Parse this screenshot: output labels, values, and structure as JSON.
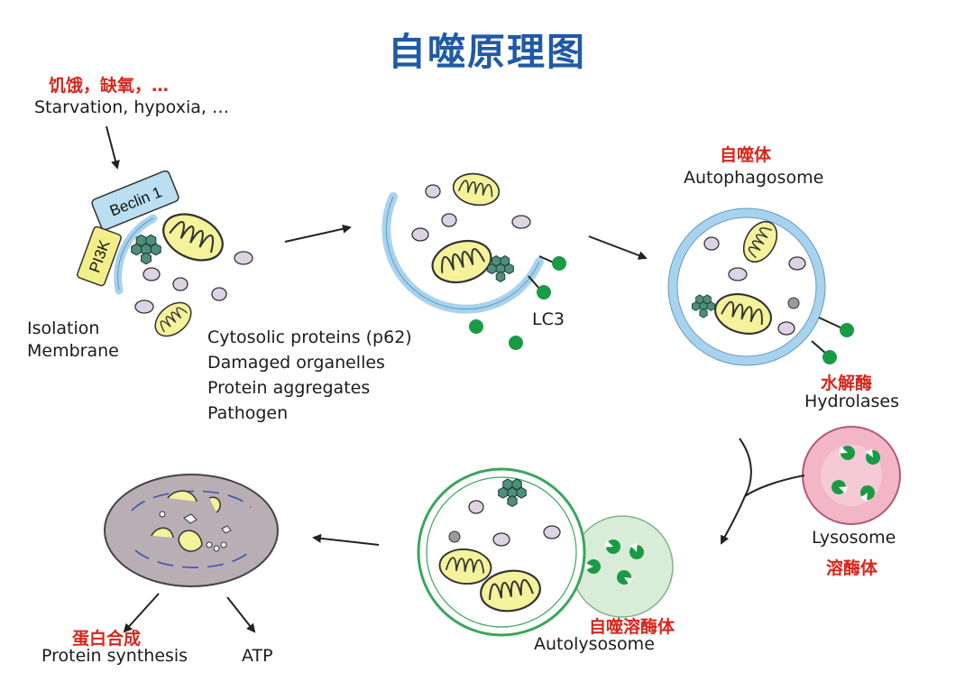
{
  "title": "自噬原理图",
  "stimulus": {
    "cn": "饥饿，缺氧，…",
    "en": "Starvation, hypoxia, …"
  },
  "proteins": {
    "beclin": "Beclin 1",
    "pi3k": "PI3K",
    "lc3": "LC3"
  },
  "isolation_membrane": {
    "line1": "Isolation",
    "line2": "Membrane"
  },
  "cargo_list": [
    "Cytosolic proteins (p62)",
    "Damaged organelles",
    "Protein aggregates",
    "Pathogen"
  ],
  "autophagosome": {
    "cn": "自噬体",
    "en": "Autophagosome"
  },
  "hydrolases": {
    "cn": "水解酶",
    "en": "Hydrolases"
  },
  "lysosome": {
    "cn": "溶酶体",
    "en": "Lysosome"
  },
  "autolysosome": {
    "cn": "自噬溶酶体",
    "en": "Autolysosome"
  },
  "outputs": {
    "protein_cn": "蛋白合成",
    "protein_en": "Protein synthesis",
    "atp": "ATP"
  },
  "colors": {
    "title": "#1f5aa6",
    "cn_label": "#d7261c",
    "membrane": "#a9d3ec",
    "membrane_edge": "#5d9cc6",
    "mito": "#f4f29a",
    "lc3": "#1b9a46",
    "lysosome": "#f2b6c6",
    "autolysosome_edge": "#3aa55a",
    "degraded": "#b9aeb4"
  }
}
